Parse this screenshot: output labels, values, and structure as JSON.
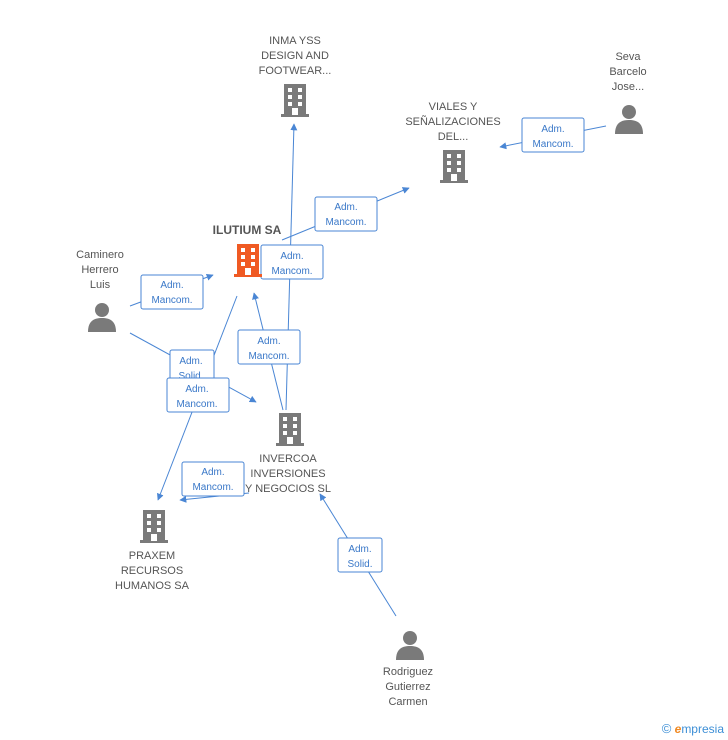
{
  "colors": {
    "edge": "#4a86d4",
    "node_gray": "#7a7a7a",
    "node_main": "#f05a23",
    "label": "#555555"
  },
  "nodes": [
    {
      "id": "inma",
      "type": "company",
      "lines": [
        "INMA YSS",
        "DESIGN AND",
        "FOOTWEAR..."
      ],
      "icon": "building-icon"
    },
    {
      "id": "viales",
      "type": "company",
      "lines": [
        "VIALES Y",
        "SEÑALIZACIONES",
        "DEL..."
      ],
      "icon": "building-icon"
    },
    {
      "id": "seva",
      "type": "person",
      "lines": [
        "Seva",
        "Barcelo",
        "Jose..."
      ],
      "icon": "person-icon"
    },
    {
      "id": "ilutium",
      "type": "company-main",
      "lines": [
        "ILUTIUM SA"
      ],
      "icon": "building-icon"
    },
    {
      "id": "caminero",
      "type": "person",
      "lines": [
        "Caminero",
        "Herrero",
        "Luis"
      ],
      "icon": "person-icon"
    },
    {
      "id": "invercoa",
      "type": "company",
      "lines": [
        "INVERCOA",
        "INVERSIONES",
        "Y NEGOCIOS SL"
      ],
      "icon": "building-icon"
    },
    {
      "id": "praxem",
      "type": "company",
      "lines": [
        "PRAXEM",
        "RECURSOS",
        "HUMANOS SA"
      ],
      "icon": "building-icon"
    },
    {
      "id": "rodriguez",
      "type": "person",
      "lines": [
        "Rodriguez",
        "Gutierrez",
        "Carmen"
      ],
      "icon": "person-icon"
    }
  ],
  "edges": [
    {
      "id": "e-seva-viales",
      "lines": [
        "Adm.",
        "Mancom."
      ]
    },
    {
      "id": "e-ilutium-viales",
      "lines": [
        "Adm.",
        "Mancom."
      ]
    },
    {
      "id": "e-invercoa-inma",
      "lines": [
        "Adm.",
        "Mancom."
      ]
    },
    {
      "id": "e-caminero-ilutium",
      "lines": [
        "Adm.",
        "Mancom."
      ]
    },
    {
      "id": "e-invercoa-ilutium",
      "lines": [
        "Adm.",
        "Mancom."
      ]
    },
    {
      "id": "e-caminero-invercoa-solid",
      "lines": [
        "Adm.",
        "Solid."
      ]
    },
    {
      "id": "e-caminero-invercoa-mancom",
      "lines": [
        "Adm.",
        "Mancom."
      ]
    },
    {
      "id": "e-invercoa-praxem",
      "lines": [
        "Adm.",
        "Mancom."
      ]
    },
    {
      "id": "e-rodriguez-invercoa",
      "lines": [
        "Adm.",
        "Solid."
      ]
    }
  ],
  "footer": {
    "copyright_symbol": "©",
    "brand_first": "e",
    "brand_rest": "mpresia"
  }
}
